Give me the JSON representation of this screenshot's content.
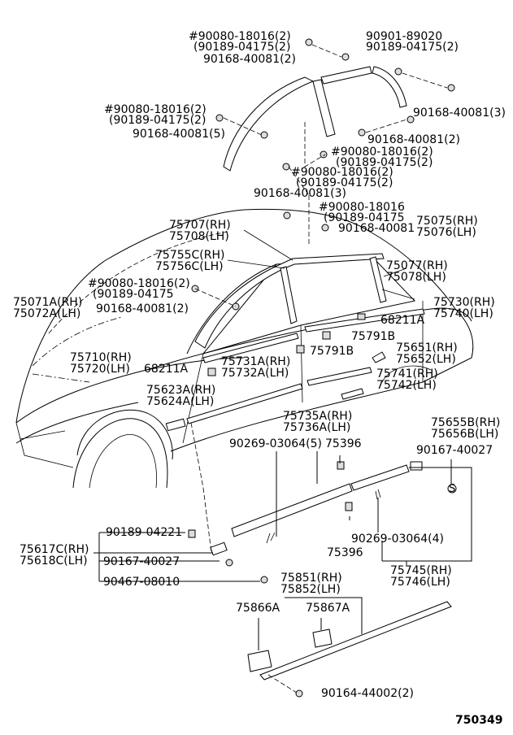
{
  "diagram_id": "750349",
  "labels": {
    "top_left_1": "#90080-18016(2)",
    "top_left_2": "(90189-04175(2)",
    "top_left_3": "90168-40081(2)",
    "top_right_1": "90901-89020",
    "top_right_2": "90189-04175(2)",
    "top_right_3": "90168-40081(3)",
    "mid_left_1": "#90080-18016(2)",
    "mid_left_2": "(90189-04175(2)",
    "mid_left_3": "90168-40081(5)",
    "mid_right_1": "90168-40081(2)",
    "pillar_1": "#90080-18016(2)",
    "pillar_2": "(90189-04175(2)",
    "pillar_3": "#90080-18016(2)",
    "pillar_4": "(90189-04175(2)",
    "pillar_5": "90168-40081(3)",
    "roof_1": "#90080-18016",
    "roof_2": "(90189-04175",
    "roof_3": "90168-40081",
    "p75707": "75707(RH)",
    "p75708": "75708(LH)",
    "p75075": "75075(RH)",
    "p75076": "75076(LH)",
    "p75755C": "75755C(RH)",
    "p75756C": "75756C(LH)",
    "p75077": "75077(RH)",
    "p75078": "75078(LH)",
    "door_1": "#90080-18016(2)",
    "door_2": "(90189-04175",
    "door_3": "90168-40081(2)",
    "p75071A": "75071A(RH)",
    "p75072A": "75072A(LH)",
    "p75730": "75730(RH)",
    "p75740": "75740(LH)",
    "p68211A_r": "68211A",
    "p75791B_a": "75791B",
    "p75791B_b": "75791B",
    "p75651": "75651(RH)",
    "p75652": "75652(LH)",
    "p75710": "75710(RH)",
    "p75720": "75720(LH)",
    "p68211A_l": "68211A",
    "p75731A": "75731A(RH)",
    "p75732A": "75732A(LH)",
    "p75741": "75741(RH)",
    "p75742": "75742(LH)",
    "p75623A": "75623A(RH)",
    "p75624A": "75624A(LH)",
    "p75735A": "75735A(RH)",
    "p75736A": "75736A(LH)",
    "p75655B": "75655B(RH)",
    "p75656B": "75656B(LH)",
    "p90269_5": "90269-03064(5)",
    "p75396_a": "75396",
    "p90167_a": "90167-40027",
    "s_mark": "S",
    "p90269_4": "90269-03064(4)",
    "p75396_b": "75396",
    "p75745": "75745(RH)",
    "p75746": "75746(LH)",
    "p90189_4221": "90189-04221",
    "p75617C": "75617C(RH)",
    "p75618C": "75618C(LH)",
    "p90167_b": "90167-40027",
    "p90467": "90467-08010",
    "p75851": "75851(RH)",
    "p75852": "75852(LH)",
    "p75866A": "75866A",
    "p75867A": "75867A",
    "p90164": "90164-44002(2)"
  }
}
